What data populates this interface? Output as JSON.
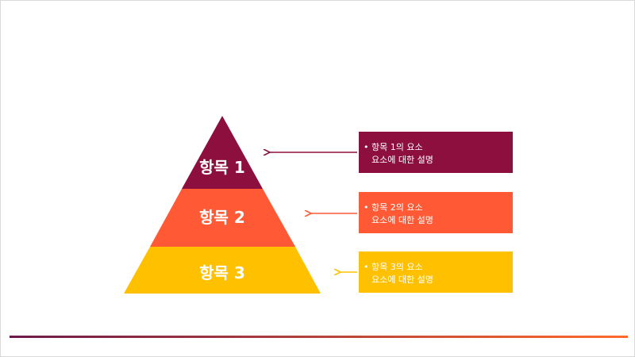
{
  "colors": {
    "tier1": "#8c0f3e",
    "tier2": "#ff5a35",
    "tier3": "#ffc000",
    "bar_start": "#6b1a4a",
    "bar_end": "#ff6a2a"
  },
  "pyramid": {
    "tiers": [
      {
        "label": "항목 1"
      },
      {
        "label": "항목 2"
      },
      {
        "label": "항목 3"
      }
    ]
  },
  "callouts": [
    {
      "bullet": "•",
      "title": "항목 1의 요소",
      "description": "요소에 대한 설명"
    },
    {
      "bullet": "•",
      "title": "항목 2의 요소",
      "description": "요소에 대한 설명"
    },
    {
      "bullet": "•",
      "title": "항목 3의 요소",
      "description": "요소에 대한 설명"
    }
  ]
}
